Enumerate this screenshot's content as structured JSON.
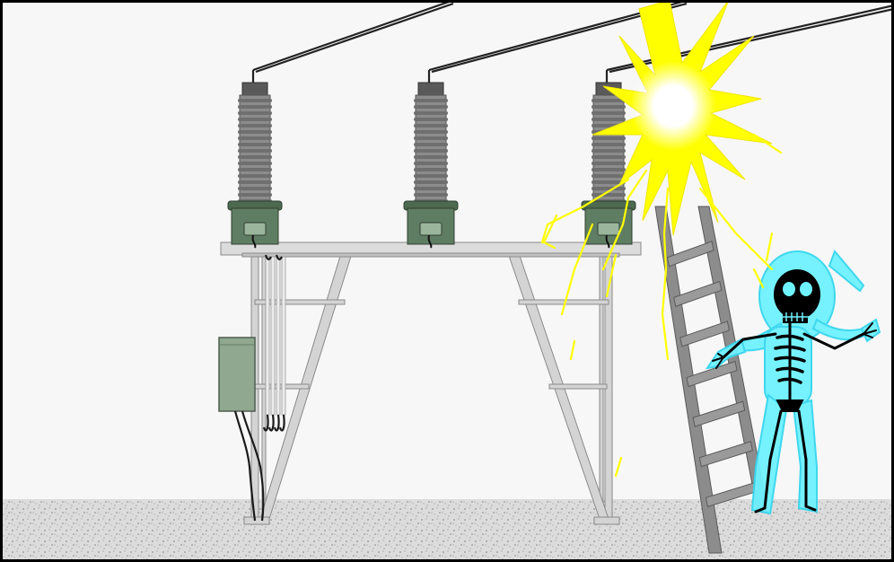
{
  "scene": {
    "colors": {
      "background": "#f7f7f7",
      "frame": "#000000",
      "ground": "#d9d9d9",
      "steel": "#d4d4d4",
      "steel_edge": "#8a8a8a",
      "insulator": "#8c8c8c",
      "insulator_ring": "#6f6f6f",
      "bushing_base": "#5f7d62",
      "junction_box": "#8fa88f",
      "wire": "#222222",
      "spark": "#ffff00",
      "glow": "#6ff2ff",
      "bone": "#000000",
      "ladder": "#8c8c8c"
    },
    "objects": {
      "insulators": 3,
      "ladder_rungs": 7,
      "conduits": 4
    }
  }
}
